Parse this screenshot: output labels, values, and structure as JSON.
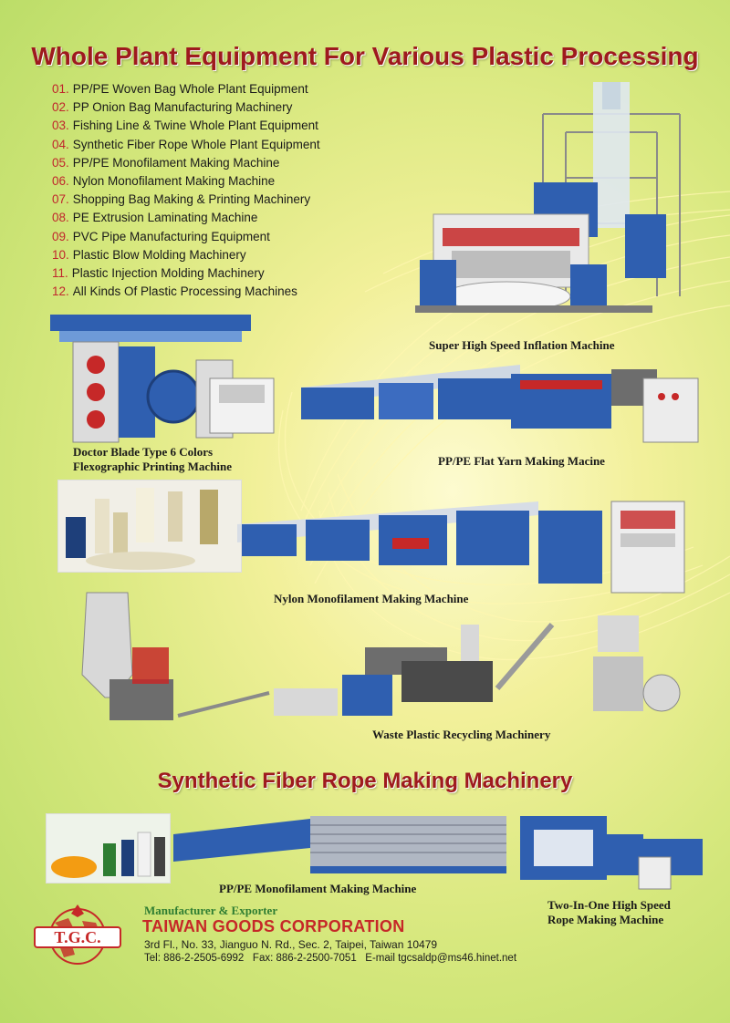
{
  "title": "Whole Plant Equipment For Various Plastic Processing",
  "equipment_list": [
    {
      "num": "01.",
      "text": "PP/PE Woven Bag Whole Plant Equipment"
    },
    {
      "num": "02.",
      "text": "PP Onion Bag Manufacturing Machinery"
    },
    {
      "num": "03.",
      "text": "Fishing Line & Twine Whole Plant Equipment"
    },
    {
      "num": "04.",
      "text": "Synthetic Fiber Rope Whole Plant Equipment"
    },
    {
      "num": "05.",
      "text": "PP/PE Monofilament Making Machine"
    },
    {
      "num": "06.",
      "text": "Nylon Monofilament Making Machine"
    },
    {
      "num": "07.",
      "text": "Shopping Bag Making & Printing Machinery"
    },
    {
      "num": "08.",
      "text": "PE Extrusion Laminating Machine"
    },
    {
      "num": "09.",
      "text": "PVC Pipe Manufacturing Equipment"
    },
    {
      "num": "10.",
      "text": "Plastic Blow Molding Machinery"
    },
    {
      "num": "11.",
      "text": "Plastic Injection Molding Machinery"
    },
    {
      "num": "12.",
      "text": "All Kinds Of Plastic Processing Machines"
    }
  ],
  "captions": {
    "inflation": "Super High Speed Inflation Machine",
    "doctor_line1": "Doctor Blade Type 6 Colors",
    "doctor_line2": "Flexographic Printing Machine",
    "flat_yarn": "PP/PE Flat Yarn Making Macine",
    "nylon": "Nylon Monofilament Making Machine",
    "recycling": "Waste Plastic Recycling Machinery",
    "mono": "PP/PE Monofilament Making Machine",
    "rope_line1": "Two-In-One High Speed",
    "rope_line2": "Rope Making Machine"
  },
  "subtitle": "Synthetic Fiber Rope Making Machinery",
  "company": {
    "logo_text": "T.G.C.",
    "tagline": "Manufacturer & Exporter",
    "name": "TAIWAN GOODS CORPORATION",
    "address": "3rd Fl., No. 33, Jianguo N. Rd., Sec. 2, Taipei, Taiwan 10479",
    "contact": "Tel: 886-2-2505-6992   Fax: 886-2-2500-7051   E-mail tgcsaldp@ms46.hinet.net"
  },
  "colors": {
    "title_red": "#9e1a1e",
    "machine_blue": "#2f5fb0",
    "tagline_green": "#2e7d32",
    "company_red": "#c62828"
  }
}
